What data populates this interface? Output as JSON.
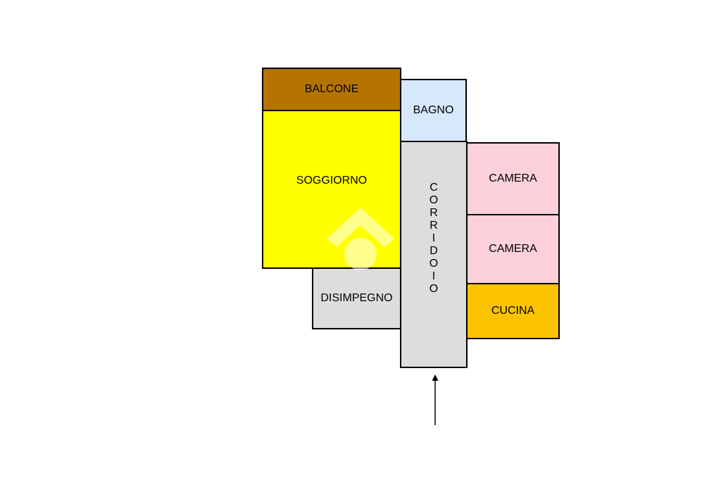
{
  "floorplan": {
    "rooms": {
      "balcone": {
        "label": "BALCONE",
        "color": "#b57400"
      },
      "soggiorno": {
        "label": "SOGGIORNO",
        "color": "#ffff00"
      },
      "bagno": {
        "label": "BAGNO",
        "color": "#d6e8fa"
      },
      "corridoio": {
        "label": "CORRIDOIO",
        "color": "#dddddd"
      },
      "disimpegno": {
        "label": "DISIMPEGNO",
        "color": "#dddddd"
      },
      "camera_1": {
        "label": "CAMERA",
        "color": "#fcd1d9"
      },
      "camera_2": {
        "label": "CAMERA",
        "color": "#fcd1d9"
      },
      "cucina": {
        "label": "CUCINA",
        "color": "#fcc300"
      }
    },
    "entrance_arrow": {
      "icon": "up-arrow-icon",
      "color": "#000000"
    },
    "watermark": {
      "icon": "house-logo-icon",
      "color": "#ffffff"
    }
  }
}
